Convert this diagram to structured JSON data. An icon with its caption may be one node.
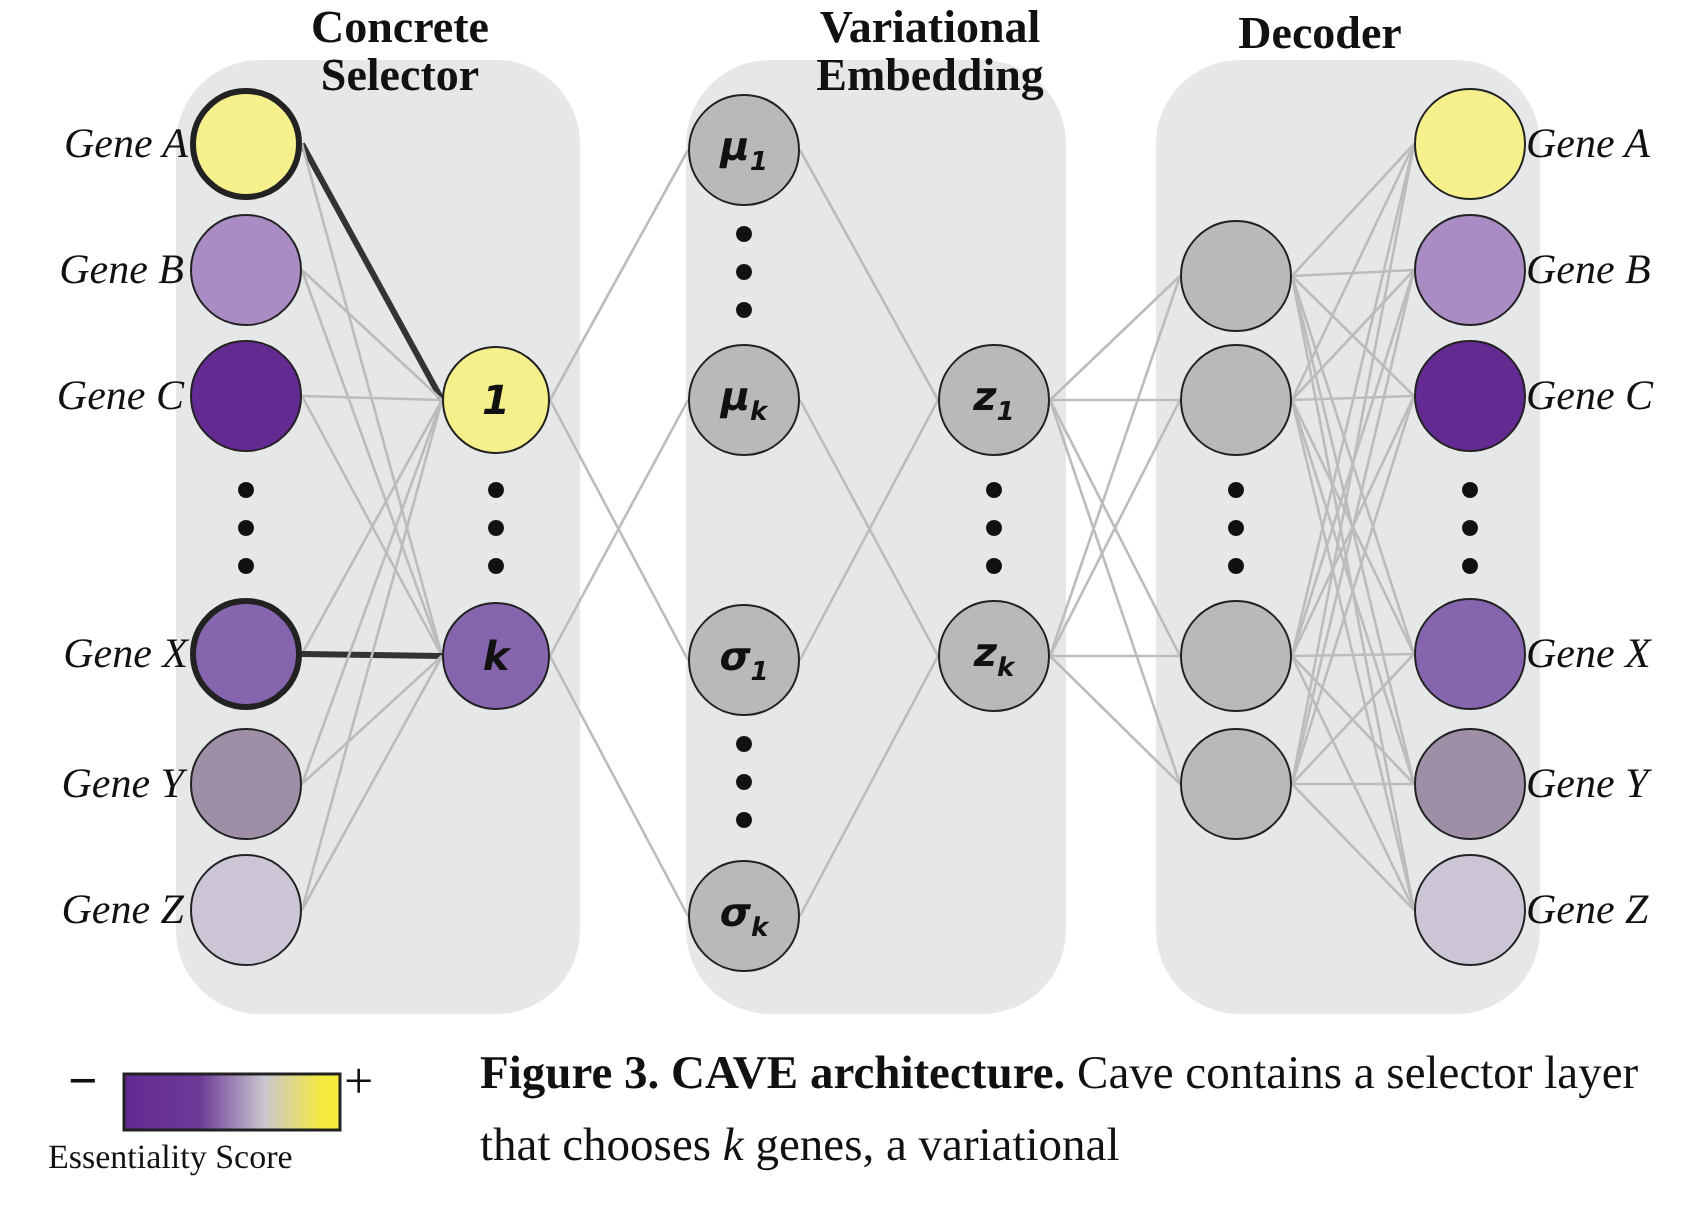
{
  "diagram": {
    "caption": "**Figure 3. CAVE architecture.** Cave contains a selector layer that chooses *k* genes, a variational",
    "nodes": [
      {
        "text": [
          "Concrete Selector"
        ]
      },
      {
        "text": [],
        "shape": "circle",
        "in": 0,
        "beside": [
          "Gene A"
        ]
      },
      {
        "text": [],
        "shape": "circle",
        "in": 0,
        "beside": [
          "Gene B"
        ]
      },
      {
        "text": [],
        "shape": "circle",
        "in": 0,
        "beside": [
          "Gene C"
        ]
      },
      {
        "text": [],
        "shape": "circle",
        "in": 0,
        "beside": [
          "Gene X"
        ]
      },
      {
        "text": [],
        "shape": "circle",
        "in": 0,
        "beside": [
          "Gene Y"
        ]
      },
      {
        "text": [],
        "shape": "circle",
        "in": 0,
        "beside": [
          "Gene Z"
        ]
      },
      {
        "text": [
          "1"
        ],
        "in": 0
      },
      {
        "text": [
          "k"
        ],
        "in": 0
      },
      {
        "text": [
          "Variational Embedding"
        ]
      },
      {
        "text": [
          "μ$_{1}$"
        ],
        "in": 9
      },
      {
        "text": [
          "μ$_{k}$"
        ],
        "in": 9
      },
      {
        "text": [
          "σ$_{1}$"
        ],
        "in": 9
      },
      {
        "text": [
          "σ$_{k}$"
        ],
        "in": 9
      },
      {
        "text": [
          "z$_{1}$"
        ],
        "in": 9
      },
      {
        "text": [
          "z$_{k}$"
        ],
        "in": 9
      },
      {
        "text": [
          "Decoder"
        ]
      },
      {
        "text": [],
        "shape": "circle",
        "in": 16
      },
      {
        "text": [],
        "shape": "circle",
        "in": 16
      },
      {
        "text": [],
        "shape": "circle",
        "in": 16
      },
      {
        "text": [],
        "shape": "circle",
        "in": 16
      },
      {
        "text": [],
        "shape": "circle",
        "in": 16,
        "beside": [
          "Gene A"
        ]
      },
      {
        "text": [],
        "shape": "circle",
        "in": 16,
        "beside": [
          "Gene B"
        ]
      },
      {
        "text": [],
        "shape": "circle",
        "in": 16,
        "beside": [
          "Gene C"
        ]
      },
      {
        "text": [],
        "shape": "circle",
        "in": 16,
        "beside": [
          "Gene X"
        ]
      },
      {
        "text": [],
        "shape": "circle",
        "in": 16,
        "beside": [
          "Gene Y"
        ]
      },
      {
        "text": [],
        "shape": "circle",
        "in": 16,
        "beside": [
          "Gene Z"
        ]
      }
    ],
    "edges": [
      {
        "from": 1,
        "to": 7,
        "arrow": "none",
        "style": "thick",
        "color": "#333333"
      },
      {
        "from": 1,
        "to": 8,
        "arrow": "none"
      },
      {
        "from": 2,
        "to": 7,
        "arrow": "none"
      },
      {
        "from": 2,
        "to": 8,
        "arrow": "none"
      },
      {
        "from": 3,
        "to": 7,
        "arrow": "none"
      },
      {
        "from": 3,
        "to": 8,
        "arrow": "none"
      },
      {
        "from": 4,
        "to": 7,
        "arrow": "none"
      },
      {
        "from": 4,
        "to": 8,
        "arrow": "none",
        "style": "thick",
        "color": "#333333"
      },
      {
        "from": 5,
        "to": 7,
        "arrow": "none"
      },
      {
        "from": 5,
        "to": 8,
        "arrow": "none"
      },
      {
        "from": 6,
        "to": 7,
        "arrow": "none"
      },
      {
        "from": 6,
        "to": 8,
        "arrow": "none"
      },
      {
        "from": 7,
        "to": 10,
        "arrow": "none"
      },
      {
        "from": 7,
        "to": 12,
        "arrow": "none"
      },
      {
        "from": 8,
        "to": 11,
        "arrow": "none"
      },
      {
        "from": 8,
        "to": 13,
        "arrow": "none"
      },
      {
        "from": 10,
        "to": 14,
        "arrow": "none"
      },
      {
        "from": 12,
        "to": 14,
        "arrow": "none"
      },
      {
        "from": 11,
        "to": 15,
        "arrow": "none"
      },
      {
        "from": 13,
        "to": 15,
        "arrow": "none"
      },
      {
        "from": 14,
        "to": 17,
        "arrow": "none"
      },
      {
        "from": 14,
        "to": 18,
        "arrow": "none"
      },
      {
        "from": 14,
        "to": 19,
        "arrow": "none"
      },
      {
        "from": 14,
        "to": 20,
        "arrow": "none"
      },
      {
        "from": 15,
        "to": 17,
        "arrow": "none"
      },
      {
        "from": 15,
        "to": 18,
        "arrow": "none"
      },
      {
        "from": 15,
        "to": 19,
        "arrow": "none"
      },
      {
        "from": 15,
        "to": 20,
        "arrow": "none"
      },
      {
        "from": 17,
        "to": 21,
        "arrow": "none"
      },
      {
        "from": 17,
        "to": 22,
        "arrow": "none"
      },
      {
        "from": 17,
        "to": 23,
        "arrow": "none"
      },
      {
        "from": 17,
        "to": 24,
        "arrow": "none"
      },
      {
        "from": 17,
        "to": 25,
        "arrow": "none"
      },
      {
        "from": 17,
        "to": 26,
        "arrow": "none"
      },
      {
        "from": 18,
        "to": 21,
        "arrow": "none"
      },
      {
        "from": 18,
        "to": 22,
        "arrow": "none"
      },
      {
        "from": 18,
        "to": 23,
        "arrow": "none"
      },
      {
        "from": 18,
        "to": 24,
        "arrow": "none"
      },
      {
        "from": 18,
        "to": 25,
        "arrow": "none"
      },
      {
        "from": 18,
        "to": 26,
        "arrow": "none"
      },
      {
        "from": 19,
        "to": 21,
        "arrow": "none"
      },
      {
        "from": 19,
        "to": 22,
        "arrow": "none"
      },
      {
        "from": 19,
        "to": 23,
        "arrow": "none"
      },
      {
        "from": 19,
        "to": 24,
        "arrow": "none"
      },
      {
        "from": 19,
        "to": 25,
        "arrow": "none"
      },
      {
        "from": 19,
        "to": 26,
        "arrow": "none"
      },
      {
        "from": 20,
        "to": 21,
        "arrow": "none"
      },
      {
        "from": 20,
        "to": 22,
        "arrow": "none"
      },
      {
        "from": 20,
        "to": 23,
        "arrow": "none"
      },
      {
        "from": 20,
        "to": 24,
        "arrow": "none"
      },
      {
        "from": 20,
        "to": 25,
        "arrow": "none"
      },
      {
        "from": 20,
        "to": 26,
        "arrow": "none"
      }
    ],
    "labels": [
      "−",
      "+",
      "Essentiality Score"
    ]
  }
}
